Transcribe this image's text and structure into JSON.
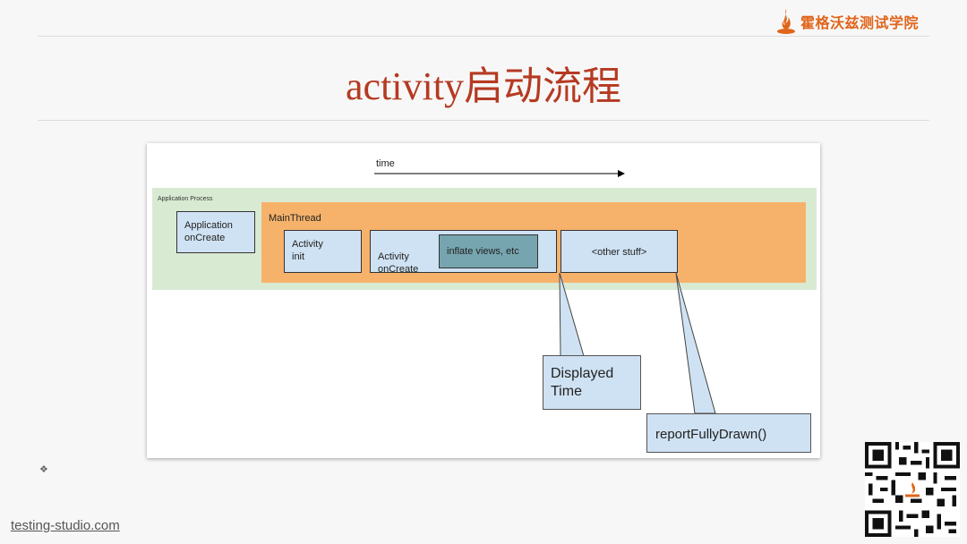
{
  "header": {
    "logo_text": "霍格沃兹测试学院",
    "slide_title": "activity启动流程"
  },
  "diagram": {
    "time_label": "time",
    "application_process_label": "Application Process",
    "application_oncreate": "Application\nonCreate",
    "main_thread_label": "MainThread",
    "activity_init": "Activity\ninit",
    "activity_oncreate": "Activity\nonCreate",
    "inflate_views": "inflate views, etc",
    "other_stuff": "<other stuff>",
    "displayed_time": "Displayed\nTime",
    "report_fully_drawn": "reportFullyDrawn()"
  },
  "footer": {
    "site": "testing-studio.com",
    "bullet": "❖"
  },
  "colors": {
    "accent": "#e0651b",
    "title": "#b53a22",
    "process_green": "#d9ead3",
    "thread_orange": "#f6b26b",
    "box_blue": "#cfe2f3",
    "inflate_teal": "#76a5af"
  }
}
